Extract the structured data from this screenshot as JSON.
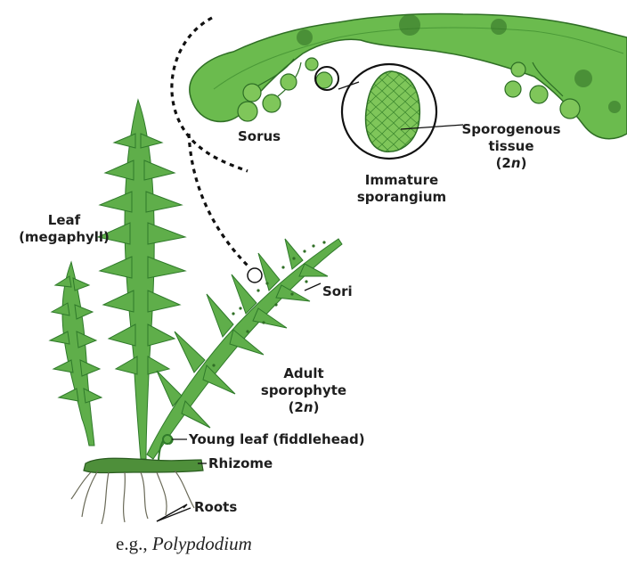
{
  "colors": {
    "leaf_fill": "#5fae4a",
    "leaf_dark": "#2f7a2a",
    "tissue_fill": "#7fc65a",
    "tissue_dark": "#2d6e25",
    "rhizome": "#4e8f3a",
    "root": "#6a6a58",
    "label_text": "#1e1e1e"
  },
  "icons": {
    "sporangium": "sporangium-cluster-icon",
    "fern": "fern-plant-icon"
  },
  "labels": {
    "sorus": "Sorus",
    "immature_sporangium_line1": "Immature",
    "immature_sporangium_line2": "sporangium",
    "sporogenous_line1": "Sporogenous",
    "sporogenous_line2": "tissue",
    "sporogenous_ploidy_pre": "(2",
    "sporogenous_ploidy_n": "n",
    "sporogenous_ploidy_post": ")",
    "leaf_line1": "Leaf",
    "leaf_line2": "(megaphyll)",
    "sori": "Sori",
    "adult_line1": "Adult",
    "adult_line2": "sporophyte",
    "adult_ploidy_pre": "(2",
    "adult_ploidy_n": "n",
    "adult_ploidy_post": ")",
    "young_leaf": "Young leaf (fiddlehead)",
    "rhizome": "Rhizome",
    "roots": "Roots"
  },
  "caption": {
    "prefix": "e.g., ",
    "genus": "Polypdodium"
  }
}
